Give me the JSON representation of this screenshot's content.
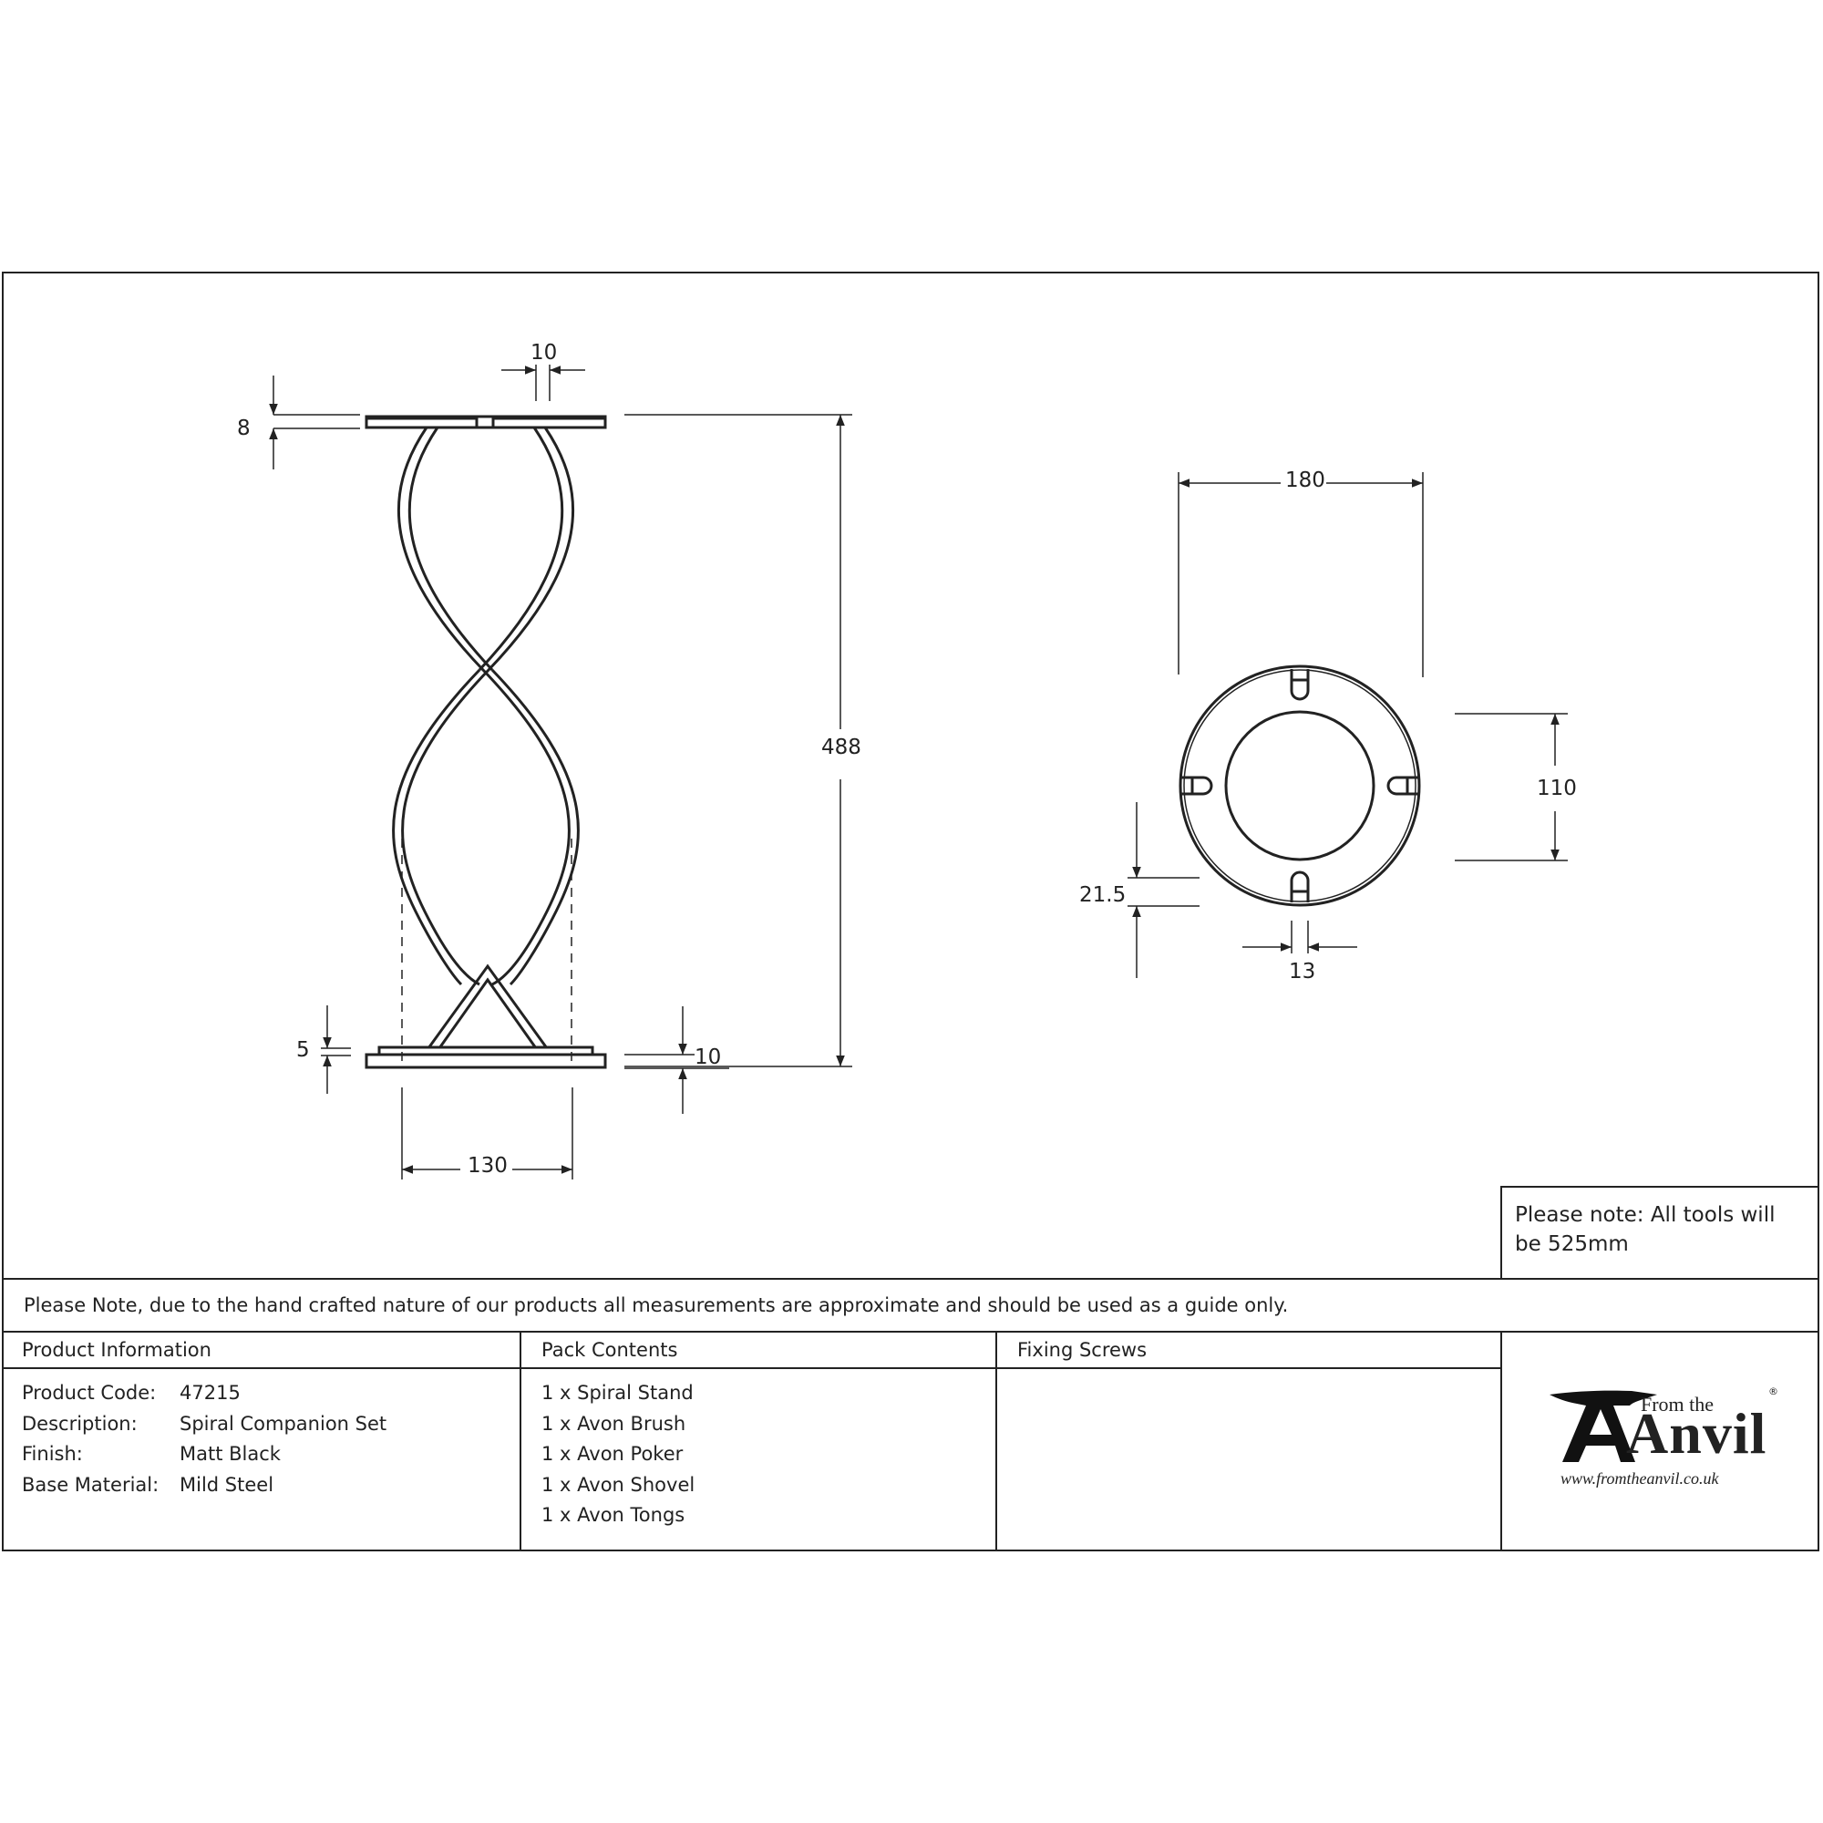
{
  "drawing": {
    "side_view": {
      "dimensions": {
        "top_plate_thickness": "8",
        "center_slot_width": "10",
        "overall_height": "488",
        "base_inner_plate_thickness": "5",
        "base_plate_thickness": "10",
        "leg_spread_width": "130"
      }
    },
    "top_view": {
      "dimensions": {
        "outer_diameter": "180",
        "inner_diameter": "110",
        "slot_depth": "21.5",
        "slot_width": "13"
      }
    }
  },
  "note_box": {
    "text": "Please note: All tools will be 525mm"
  },
  "disclaimer": "Please Note, due to the hand crafted nature of our products all measurements are approximate and should be used as a guide only.",
  "product_info": {
    "header": "Product Information",
    "rows": [
      {
        "label": "Product Code:",
        "value": "47215"
      },
      {
        "label": "Description:",
        "value": "Spiral Companion Set"
      },
      {
        "label": "Finish:",
        "value": "Matt Black"
      },
      {
        "label": "Base Material:",
        "value": "Mild Steel"
      }
    ]
  },
  "pack_contents": {
    "header": "Pack Contents",
    "items": [
      "1 x Spiral Stand",
      "1 x Avon Brush",
      "1 x Avon Poker",
      "1 x Avon Shovel",
      "1 x Avon Tongs"
    ]
  },
  "fixing_screws": {
    "header": "Fixing Screws",
    "items": []
  },
  "logo": {
    "small_text": "From the",
    "brand": "Anvil",
    "registered": "®",
    "url": "www.fromtheanvil.co.uk"
  }
}
